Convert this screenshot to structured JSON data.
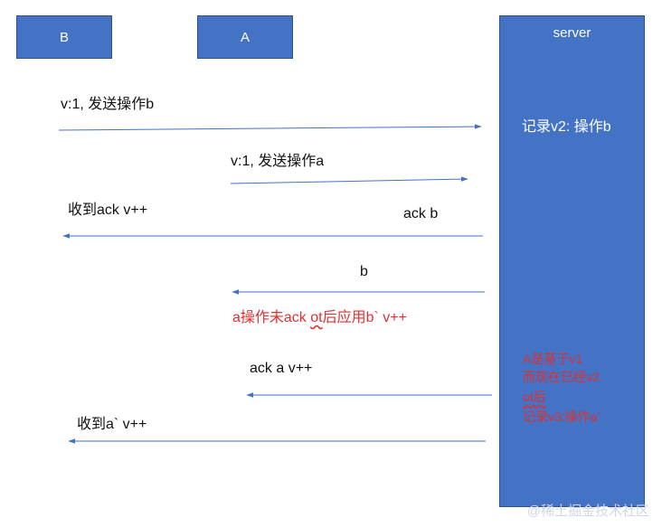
{
  "nodes": {
    "b": "B",
    "a": "A",
    "server": "server"
  },
  "messages": {
    "m1": "v:1, 发送操作b",
    "m2": "v:1, 发送操作a",
    "m3": "收到ack  v++",
    "m4": "ack b",
    "m5": "b",
    "m6_prefix": "a操作未ack ",
    "m6_ot": "ot",
    "m6_suffix": "后应用b`  v++",
    "m7": "ack a  v++",
    "m8": "收到a`  v++"
  },
  "server_notes": {
    "record_b": "记录v2: 操作b",
    "a_line1": "A是基于v1",
    "a_line2": "而现在已经v2",
    "a_line3": "ot后",
    "a_line4": "记录v3:操作a`"
  },
  "watermark": "@稀土掘金技术社区",
  "colors": {
    "node_fill": "#4472c4",
    "arrow": "#4472c4",
    "note_red": "#e03030"
  }
}
